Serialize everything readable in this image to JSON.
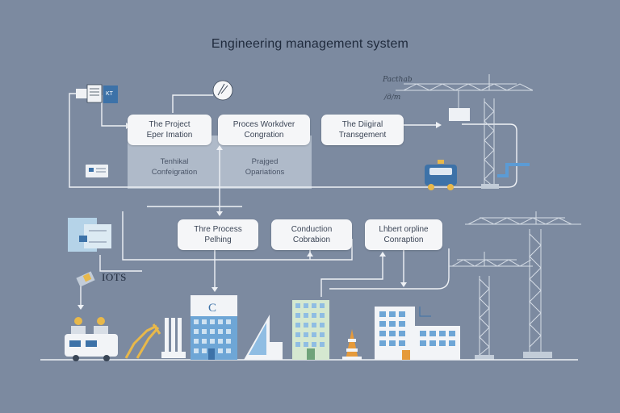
{
  "title": "Engineering management system",
  "row1": {
    "box1": "The Project\nEper Imation",
    "box2": "Proces Workdver\nCongration",
    "box3": "The Diigiral\nTransgement"
  },
  "panel": {
    "left": "Tenhikal\nConfeigration",
    "right": "Prajged\nOpariations"
  },
  "row2": {
    "box1": "Thre Process\nPelhing",
    "box2": "Conduction\nCobrabion",
    "box3": "Lhbert orpline\nConraption"
  },
  "crane_label_1": "Pacthab",
  "crane_label_2": "∕д∕т",
  "iot_label": "IOTS",
  "building_logo": "C",
  "doc_icon_text": "KT",
  "colors": {
    "background": "#7c8aa0",
    "box": "#f5f6f8",
    "panel": "#b5bfcd",
    "line": "#eef1f5",
    "accent_blue": "#3d72a8",
    "accent_yellow": "#e8b84a",
    "accent_orange": "#e59a3b"
  }
}
